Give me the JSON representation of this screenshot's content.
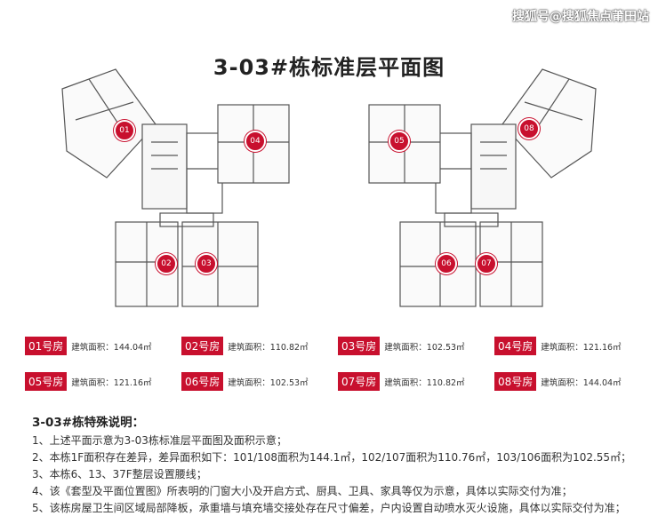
{
  "title": "3-03#栋标准层平面图",
  "units": [
    {
      "no": "01",
      "label": "01号房",
      "area_label": "建筑面积：",
      "area": "144.04㎡"
    },
    {
      "no": "02",
      "label": "02号房",
      "area_label": "建筑面积：",
      "area": "110.82㎡"
    },
    {
      "no": "03",
      "label": "03号房",
      "area_label": "建筑面积：",
      "area": "102.53㎡"
    },
    {
      "no": "04",
      "label": "04号房",
      "area_label": "建筑面积：",
      "area": "121.16㎡"
    },
    {
      "no": "05",
      "label": "05号房",
      "area_label": "建筑面积：",
      "area": "121.16㎡"
    },
    {
      "no": "06",
      "label": "06号房",
      "area_label": "建筑面积：",
      "area": "102.53㎡"
    },
    {
      "no": "07",
      "label": "07号房",
      "area_label": "建筑面积：",
      "area": "110.82㎡"
    },
    {
      "no": "08",
      "label": "08号房",
      "area_label": "建筑面积：",
      "area": "144.04㎡"
    }
  ],
  "notes": {
    "heading": "3-03#栋特殊说明：",
    "items": [
      "1、上述平面示意为3-03栋标准层平面图及面积示意；",
      "2、本栋1F面积存在差异，差异面积如下：101/108面积为144.1㎡，102/107面积为110.76㎡，103/106面积为102.55㎡；",
      "3、本栋6、13、37F整层设置腰线；",
      "4、该《套型及平面位置图》所表明的门窗大小及开启方式、厨具、卫具、家具等仅为示意，具体以实际交付为准；",
      "5、该栋房屋卫生间区域局部降板，承重墙与填充墙交接处存在尺寸偏差，户内设置自动喷水灭火设施，具体以实际交付为准；"
    ]
  },
  "watermark": "搜狐号@搜狐焦点莆田站",
  "accent": "#c8102e"
}
